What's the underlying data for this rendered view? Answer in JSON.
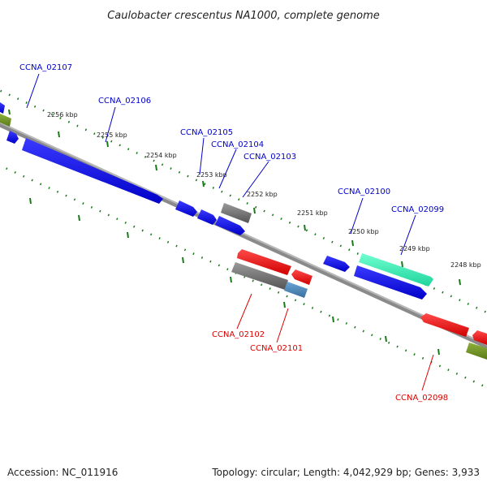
{
  "map": {
    "title": "Caulobacter crescentus NA1000, complete genome",
    "accession": "Accession: NC_011916",
    "summary": "Topology: circular; Length: 4,042,929 bp; Genes: 3,933"
  },
  "ticks": [
    "2256 kbp",
    "2255 kbp",
    "2254 kbp",
    "2253 kbp",
    "2252 kbp",
    "2251 kbp",
    "2250 kbp",
    "2249 kbp",
    "2248 kbp"
  ],
  "genes": {
    "g02107": {
      "name": "CCNA_02107",
      "strand": "forward"
    },
    "g02106": {
      "name": "CCNA_02106",
      "strand": "forward"
    },
    "g02105": {
      "name": "CCNA_02105",
      "strand": "forward"
    },
    "g02104": {
      "name": "CCNA_02104",
      "strand": "forward"
    },
    "g02103": {
      "name": "CCNA_02103",
      "strand": "forward"
    },
    "g02100": {
      "name": "CCNA_02100",
      "strand": "forward"
    },
    "g02099": {
      "name": "CCNA_02099",
      "strand": "forward"
    },
    "g02102": {
      "name": "CCNA_02102",
      "strand": "reverse"
    },
    "g02101": {
      "name": "CCNA_02101",
      "strand": "reverse"
    },
    "g02098": {
      "name": "CCNA_02098",
      "strand": "reverse"
    }
  },
  "colors": {
    "forward_label": "#0000cc",
    "reverse_label": "#dd0000",
    "blue_feature": "#0000ee",
    "red_feature": "#ee0000",
    "gray_feature": "#666666",
    "teal_feature": "#33e8b0",
    "olive_feature": "#6b8e23",
    "steel_feature": "#4682b4",
    "backbone": "#808080",
    "ticks": "#1a7a1a"
  }
}
